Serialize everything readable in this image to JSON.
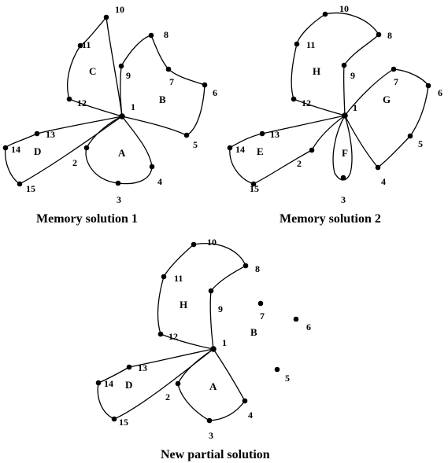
{
  "diagrams": [
    {
      "id": "memory-1",
      "caption": "Memory solution 1",
      "nodes": [
        {
          "id": "1",
          "label": "1"
        },
        {
          "id": "2",
          "label": "2"
        },
        {
          "id": "3",
          "label": "3"
        },
        {
          "id": "4",
          "label": "4"
        },
        {
          "id": "5",
          "label": "5"
        },
        {
          "id": "6",
          "label": "6"
        },
        {
          "id": "7",
          "label": "7"
        },
        {
          "id": "8",
          "label": "8"
        },
        {
          "id": "9",
          "label": "9"
        },
        {
          "id": "10",
          "label": "10"
        },
        {
          "id": "11",
          "label": "11"
        },
        {
          "id": "12",
          "label": "12"
        },
        {
          "id": "13",
          "label": "13"
        },
        {
          "id": "14",
          "label": "14"
        },
        {
          "id": "15",
          "label": "15"
        }
      ],
      "routes": [
        {
          "label": "A",
          "stops": [
            "1",
            "4",
            "3",
            "2",
            "1"
          ]
        },
        {
          "label": "B",
          "stops": [
            "1",
            "9",
            "8",
            "7",
            "6",
            "5",
            "1"
          ]
        },
        {
          "label": "C",
          "stops": [
            "1",
            "10",
            "11",
            "12",
            "1"
          ]
        },
        {
          "label": "D",
          "stops": [
            "1",
            "13",
            "14",
            "15",
            "1"
          ]
        }
      ]
    },
    {
      "id": "memory-2",
      "caption": "Memory solution 2",
      "nodes": [
        {
          "id": "1",
          "label": "1"
        },
        {
          "id": "2",
          "label": "2"
        },
        {
          "id": "3",
          "label": "3"
        },
        {
          "id": "4",
          "label": "4"
        },
        {
          "id": "5",
          "label": "5"
        },
        {
          "id": "6",
          "label": "6"
        },
        {
          "id": "7",
          "label": "7"
        },
        {
          "id": "8",
          "label": "8"
        },
        {
          "id": "9",
          "label": "9"
        },
        {
          "id": "10",
          "label": "10"
        },
        {
          "id": "11",
          "label": "11"
        },
        {
          "id": "12",
          "label": "12"
        },
        {
          "id": "13",
          "label": "13"
        },
        {
          "id": "14",
          "label": "14"
        },
        {
          "id": "15",
          "label": "15"
        }
      ],
      "routes": [
        {
          "label": "H",
          "stops": [
            "1",
            "9",
            "8",
            "10",
            "11",
            "12",
            "1"
          ]
        },
        {
          "label": "G",
          "stops": [
            "1",
            "7",
            "6",
            "5",
            "4",
            "1"
          ]
        },
        {
          "label": "F",
          "stops": [
            "1",
            "3",
            "1"
          ]
        },
        {
          "label": "E",
          "stops": [
            "1",
            "2",
            "15",
            "14",
            "13",
            "1"
          ]
        }
      ]
    },
    {
      "id": "new-partial",
      "caption": "New partial solution",
      "nodes": [
        {
          "id": "1",
          "label": "1"
        },
        {
          "id": "2",
          "label": "2"
        },
        {
          "id": "3",
          "label": "3"
        },
        {
          "id": "4",
          "label": "4"
        },
        {
          "id": "5",
          "label": "5"
        },
        {
          "id": "6",
          "label": "6"
        },
        {
          "id": "7",
          "label": "7"
        },
        {
          "id": "8",
          "label": "8"
        },
        {
          "id": "9",
          "label": "9"
        },
        {
          "id": "10",
          "label": "10"
        },
        {
          "id": "11",
          "label": "11"
        },
        {
          "id": "12",
          "label": "12"
        },
        {
          "id": "13",
          "label": "13"
        },
        {
          "id": "14",
          "label": "14"
        },
        {
          "id": "15",
          "label": "15"
        }
      ],
      "routes": [
        {
          "label": "H",
          "stops": [
            "1",
            "9",
            "8",
            "10",
            "11",
            "12",
            "1"
          ]
        },
        {
          "label": "A",
          "stops": [
            "1",
            "4",
            "3",
            "2",
            "1"
          ]
        },
        {
          "label": "D",
          "stops": [
            "1",
            "13",
            "14",
            "15",
            "1"
          ]
        }
      ],
      "free_labels": [
        "B"
      ]
    }
  ]
}
